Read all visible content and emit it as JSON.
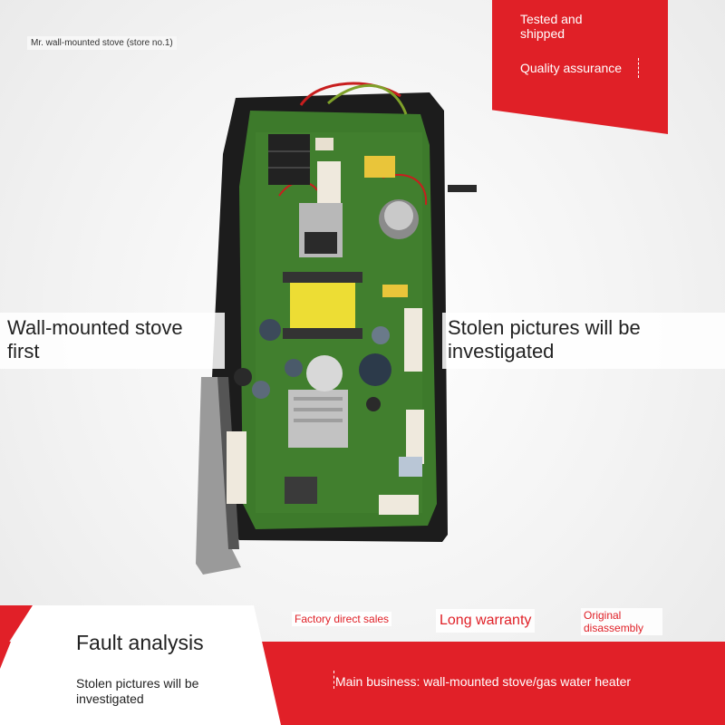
{
  "store_label": "Mr. wall-mounted stove (store no.1)",
  "badge": {
    "line1": "Tested and",
    "line2": "shipped",
    "line3": "Quality assurance"
  },
  "left_panel": {
    "line1": "Wall-mounted stove",
    "line2": "first"
  },
  "right_panel": {
    "line1": "Stolen pictures will be",
    "line2": "investigated"
  },
  "fault": {
    "title": "Fault analysis",
    "subtitle": "Stolen pictures will be investigated"
  },
  "tags": {
    "factory": "Factory direct sales",
    "warranty": "Long warranty",
    "original_line1": "Original",
    "original_line2": "disassembly"
  },
  "main_business": "Main business: wall-mounted stove/gas water heater",
  "colors": {
    "brand_red": "#e02027",
    "pcb_green": "#3f7a2c"
  }
}
